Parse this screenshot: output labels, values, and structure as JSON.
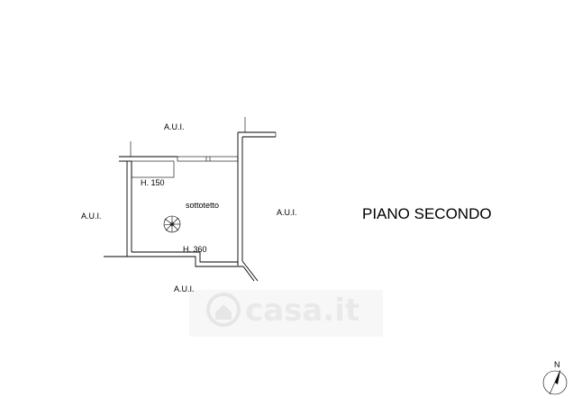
{
  "plan": {
    "title": "PIANO SECONDO",
    "labels": {
      "aui_top": "A.U.I.",
      "aui_left": "A.U.I.",
      "aui_right": "A.U.I.",
      "aui_bottom": "A.U.I."
    },
    "room_name": "sottotetto",
    "height_low": "H. 150",
    "height_high": "H. 360",
    "north_label": "N"
  },
  "watermark": {
    "text": "casa.it"
  },
  "colors": {
    "lines": "#000000",
    "watermark": "#e9e9e9",
    "background": "#ffffff"
  }
}
